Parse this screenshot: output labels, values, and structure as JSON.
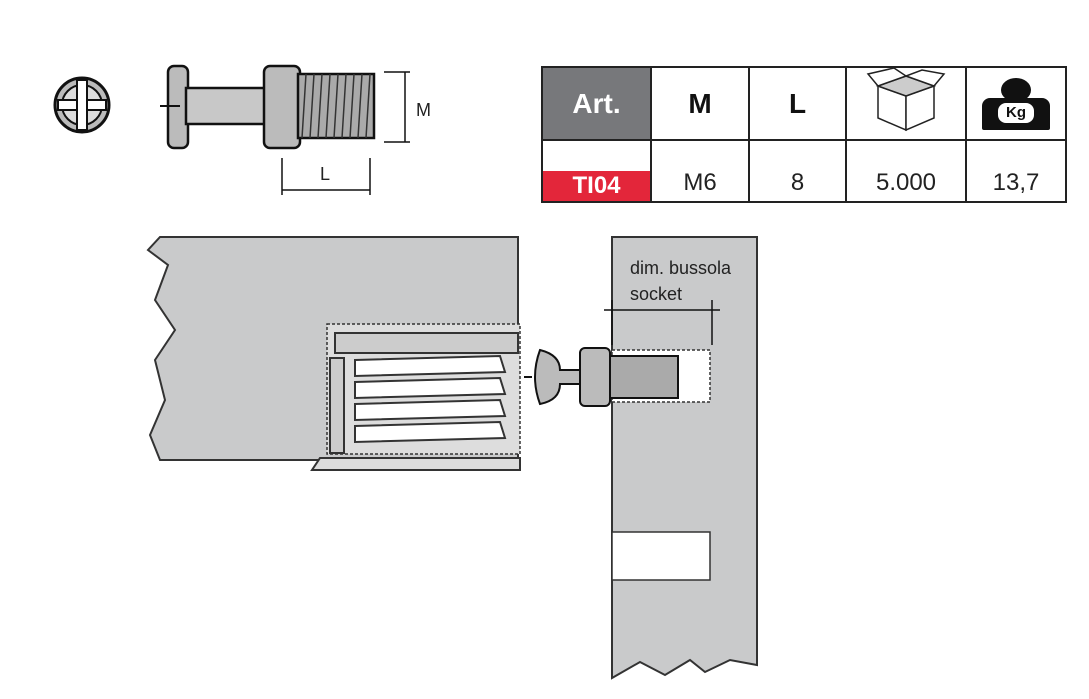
{
  "table": {
    "headers": {
      "art": "Art.",
      "m": "M",
      "l": "L",
      "box_icon": "box-icon",
      "weight_icon": "weight-kg-icon",
      "weight_unit": "Kg"
    },
    "rows": [
      {
        "art": "TI04",
        "m": "M6",
        "l": "8",
        "pack": "5.000",
        "weight": "13,7"
      }
    ]
  },
  "dimensions": {
    "m_label": "M",
    "l_label": "L"
  },
  "annotation": {
    "line1": "dim. bussola",
    "line2": "socket"
  },
  "colors": {
    "panel": "#c9cacb",
    "header": "#77787b",
    "code": "#e3263a"
  }
}
